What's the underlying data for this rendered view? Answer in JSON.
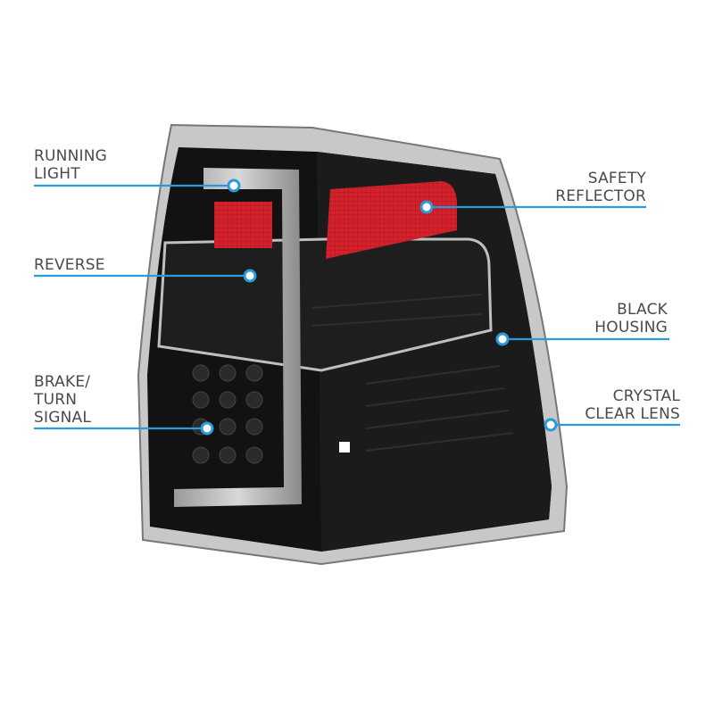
{
  "callouts": {
    "running_light": [
      "RUNNING",
      "LIGHT"
    ],
    "safety_reflector": [
      "SAFETY",
      "REFLECTOR"
    ],
    "reverse": [
      "REVERSE"
    ],
    "black_housing": [
      "BLACK",
      "HOUSING"
    ],
    "brake_turn": [
      "BRAKE/",
      "TURN",
      "SIGNAL"
    ],
    "crystal_clear_lens": [
      "CRYSTAL",
      "CLEAR LENS"
    ]
  },
  "colors": {
    "accent": "#2a9ad8",
    "text": "#4a4a4a",
    "housing": "#111111",
    "reflector": "#c8202a"
  }
}
